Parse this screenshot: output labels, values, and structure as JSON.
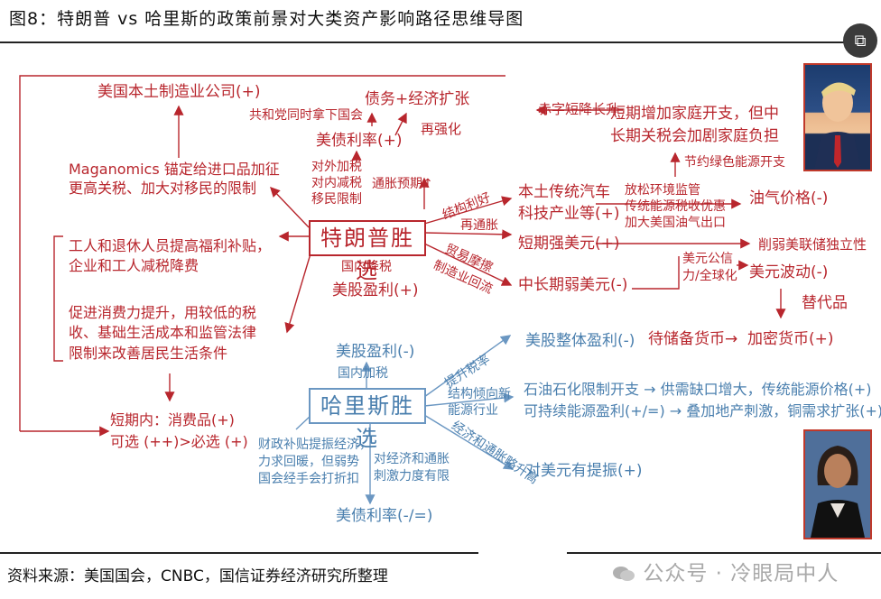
{
  "header": {
    "title": "图8：特朗普 vs 哈里斯的政策前景对大类资产影响路径思维导图"
  },
  "trump_branch": {
    "center": "特朗普胜选",
    "made_in_usa": "美国本土制造业公司(+)",
    "congress": "共和党同时拿下国会",
    "debt_growth": "债务+经济扩张",
    "reinforce": "再强化",
    "treasury_yield": "美债利率(+)",
    "tax_immig": [
      "对外加税",
      "对内减税",
      "移民限制"
    ],
    "inflation_exp": "通胀预期↑",
    "maganomics": [
      "Maganomics 锚定给进口品加征",
      "更高关税、加大对移民的限制"
    ],
    "workers": [
      "工人和退休人员提高福利补贴，",
      "企业和工人减税降费"
    ],
    "consumption": [
      "促进消费力提升，用较低的税",
      "收、基础生活成本和监管法律",
      "限制来改善居民生活条件"
    ],
    "short_term": "短期内：消费品(+)",
    "optional": "可选 (++)>必选 (+)",
    "domestic_cut": "国内降税",
    "us_equity": "美股盈利(+)",
    "structural_good": "结构利好",
    "reinflation": "再通胀",
    "trade_friction": "贸易摩擦",
    "manufacturing_return": "制造业回流",
    "auto_tech": [
      "本土传统汽车",
      "科技产业等(+)"
    ],
    "strong_usd": "短期强美元(+)",
    "weak_usd": "中长期弱美元(-)",
    "deficit": "赤字短降长升",
    "household": [
      "短期增加家庭开支，但中",
      "长期关税会加剧家庭负担"
    ],
    "green_cut": "节约绿色能源开支",
    "dereg": [
      "放松环境监管",
      "传统能源税收优惠",
      "加大美国油气出口"
    ],
    "oil_price": "油气价格(-)",
    "fed_independence": "削弱美联储独立性",
    "usd_credibility": [
      "美元公信",
      "力/全球化"
    ],
    "usd_vol": "美元波动(-)",
    "substitute": "替代品",
    "reserve": "待储备货币→",
    "crypto": "加密货币(+)"
  },
  "harris_branch": {
    "center": "哈里斯胜选",
    "equity": "美股盈利(-)",
    "domestic_tax": "国内加税",
    "raise_tax": "提升税率",
    "equity_overall": "美股整体盈利(-)",
    "structural_tilt": [
      "结构倾向新",
      "能源行业"
    ],
    "petro": "石油石化限制开支 → 供需缺口增大，传统能源价格(+)",
    "renewable": "可持续能源盈利(+/=) → 叠加地产刺激，铜需求扩张(+)",
    "econ_infl": "经济和通胀略升高",
    "usd_boost": "对美元有提振(+)",
    "fiscal": [
      "财政补贴提振经济，",
      "力求回暖，但弱势",
      "国会经手会打折扣"
    ],
    "stimulus": [
      "对经济和通胀",
      "刺激力度有限"
    ],
    "treasury": "美债利率(-/=)"
  },
  "footer": {
    "source": "资料来源：美国国会，CNBC，国信证券经济研究所整理",
    "watermark": "公众号 · 冷眼局中人"
  },
  "icons": {
    "corner": "image-search-icon",
    "wechat": "wechat-icon"
  },
  "colors": {
    "trump": "#b8262d",
    "harris": "#4a7fae"
  }
}
